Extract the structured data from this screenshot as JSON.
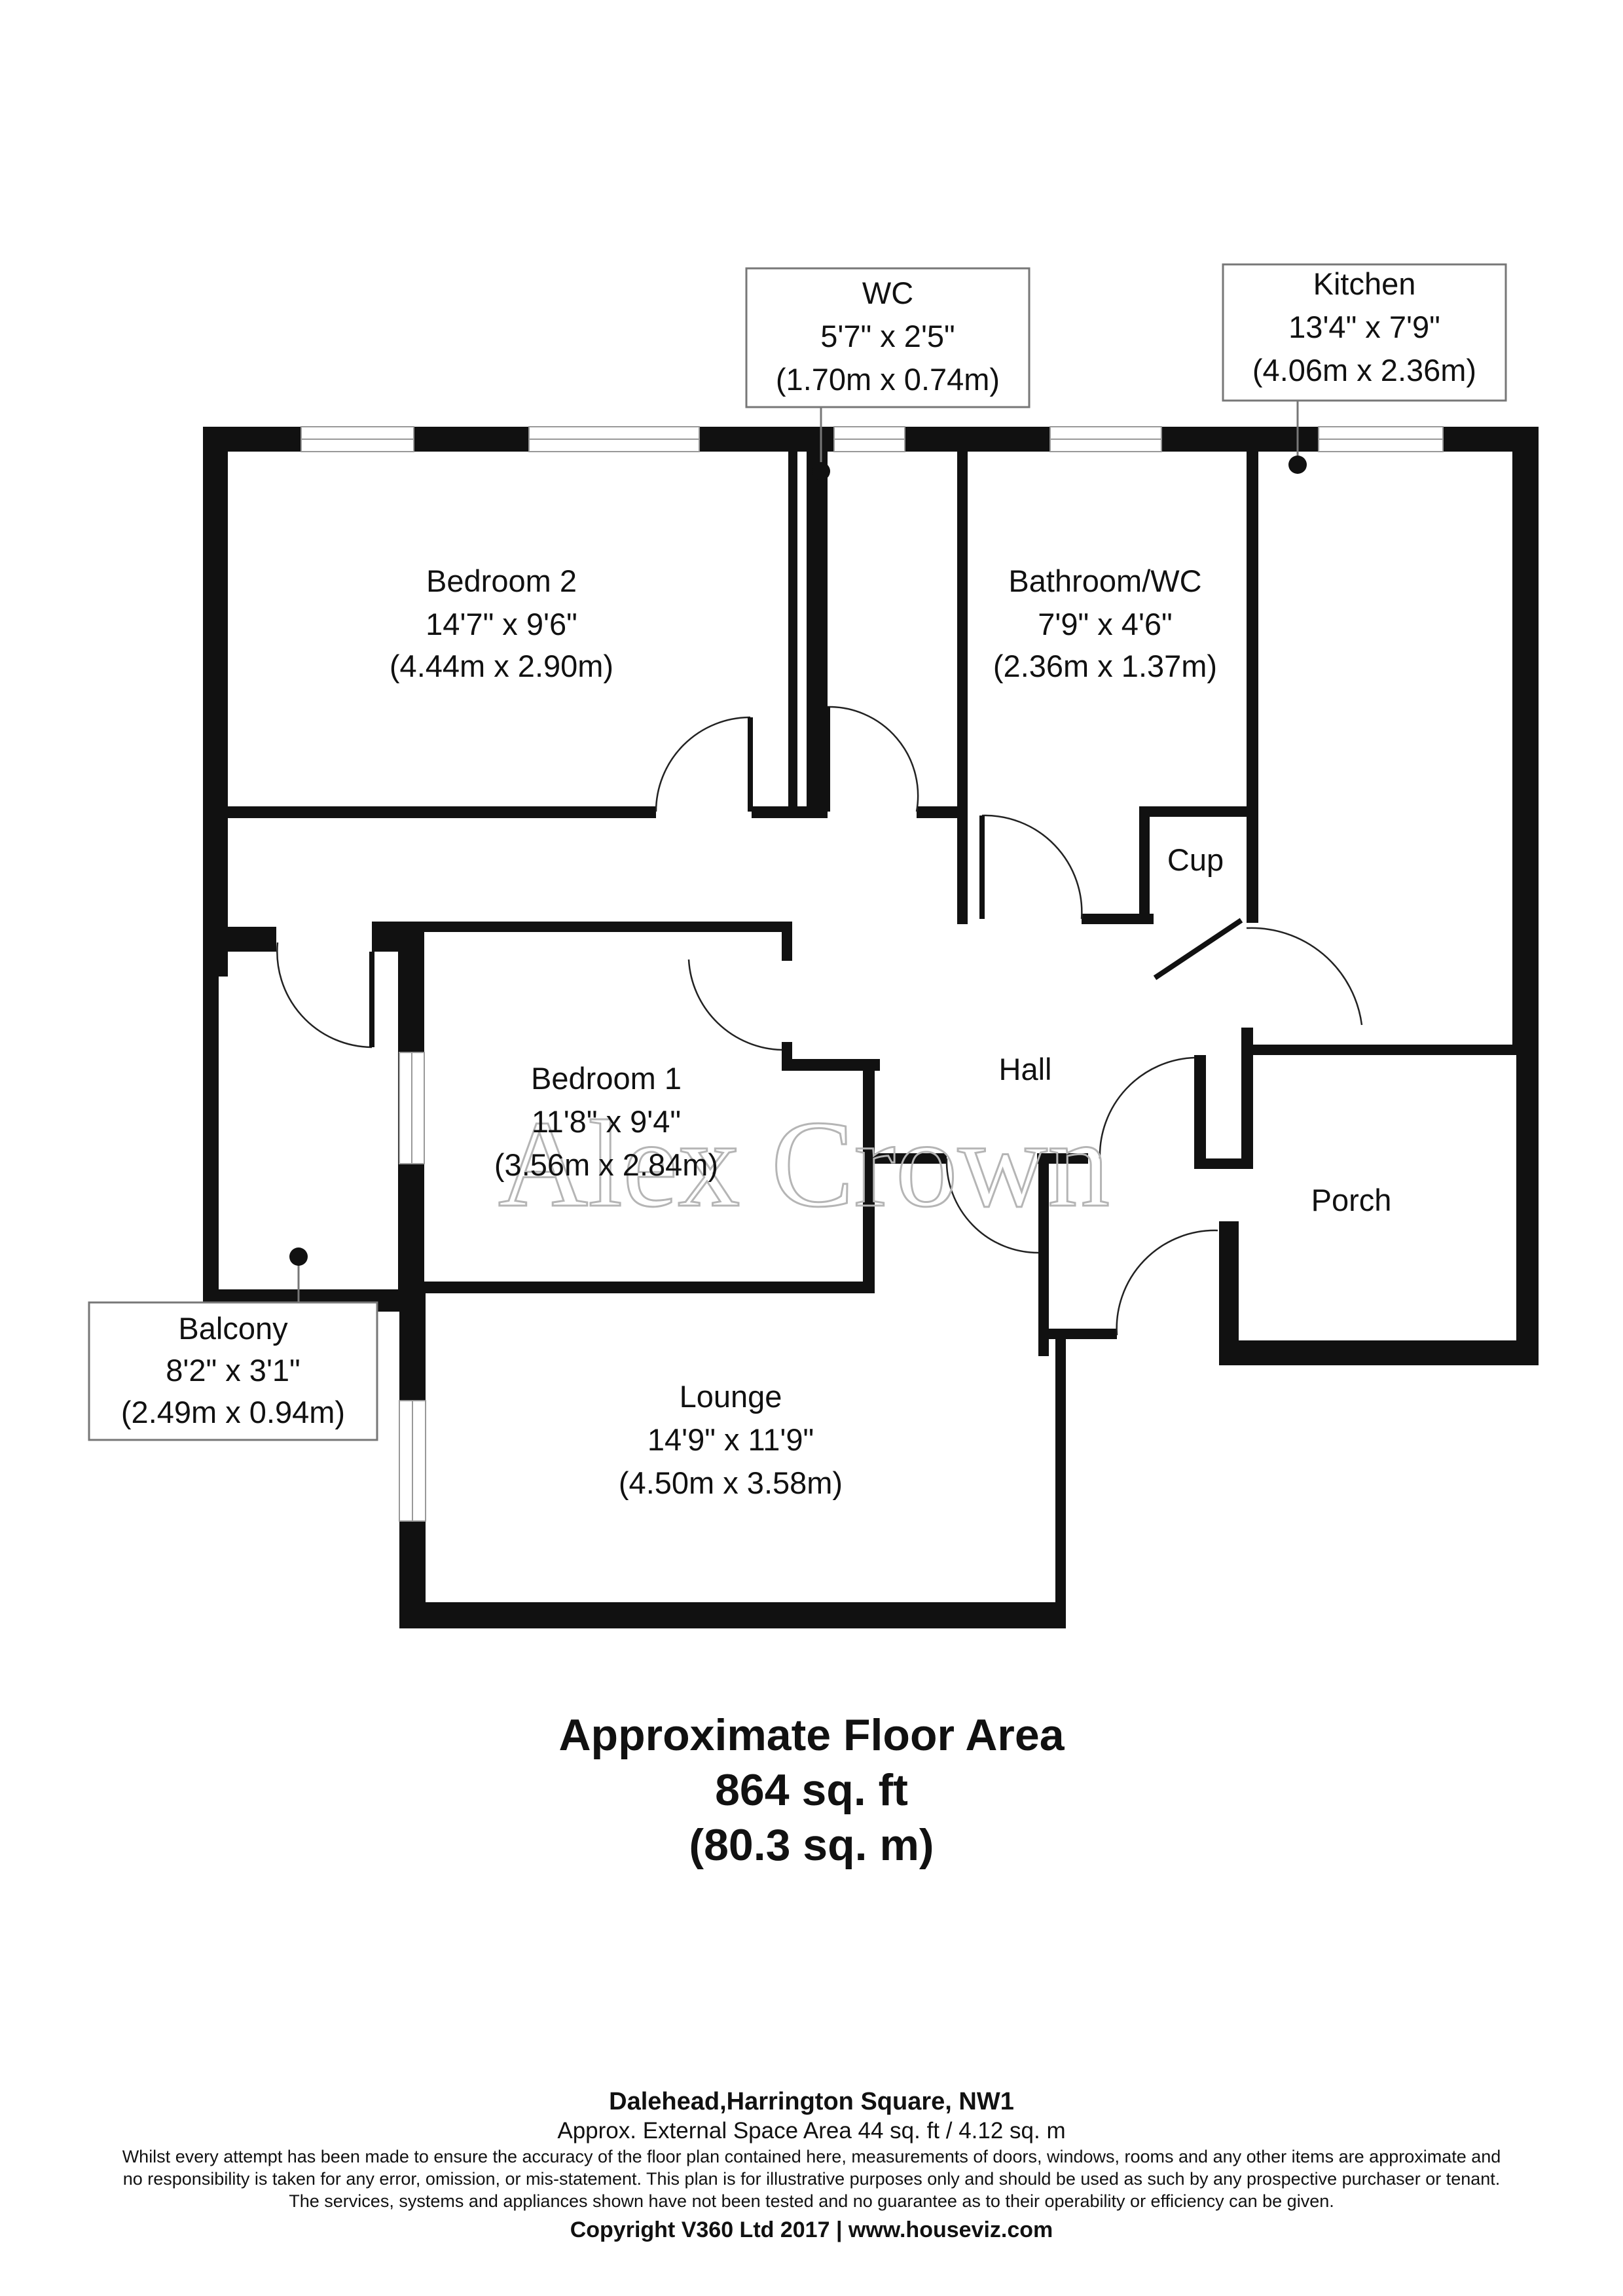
{
  "rooms": {
    "wc": {
      "name": "WC",
      "imperial": "5'7\" x 2'5\"",
      "metric": "(1.70m x 0.74m)"
    },
    "kitchen": {
      "name": "Kitchen",
      "imperial": "13'4\" x 7'9\"",
      "metric": "(4.06m x 2.36m)"
    },
    "bedroom2": {
      "name": "Bedroom 2",
      "imperial": "14'7\" x 9'6\"",
      "metric": "(4.44m x 2.90m)"
    },
    "bathroom": {
      "name": "Bathroom/WC",
      "imperial": "7'9\" x 4'6\"",
      "metric": "(2.36m x 1.37m)"
    },
    "cup": {
      "name": "Cup"
    },
    "hall": {
      "name": "Hall"
    },
    "bedroom1": {
      "name": "Bedroom 1",
      "imperial": "11'8\" x 9'4\"",
      "metric": "(3.56m x 2.84m)"
    },
    "porch": {
      "name": "Porch"
    },
    "balcony": {
      "name": "Balcony",
      "imperial": "8'2\" x 3'1\"",
      "metric": "(2.49m x 0.94m)"
    },
    "lounge": {
      "name": "Lounge",
      "imperial": "14'9\" x 11'9\"",
      "metric": "(4.50m x 3.58m)"
    }
  },
  "watermark": "Alex Crown",
  "floor_area": {
    "heading": "Approximate Floor Area",
    "sqft": "864 sq. ft",
    "sqm": "(80.3 sq. m)"
  },
  "footer": {
    "address": "Dalehead,Harrington Square, NW1",
    "external_area": "Approx. External Space Area 44 sq. ft / 4.12 sq. m",
    "disclaimer_1": "Whilst every attempt has been made to ensure the accuracy of the floor plan contained here, measurements of doors, windows, rooms and any other items are approximate and",
    "disclaimer_2": "no responsibility is taken for any error, omission, or mis-statement. This plan is for illustrative purposes only and should be used as such by any prospective purchaser or tenant.",
    "disclaimer_3": "The services, systems and appliances shown have not been tested and no guarantee as to their operability or efficiency can be given.",
    "copyright": "Copyright V360 Ltd 2017 | www.houseviz.com"
  }
}
